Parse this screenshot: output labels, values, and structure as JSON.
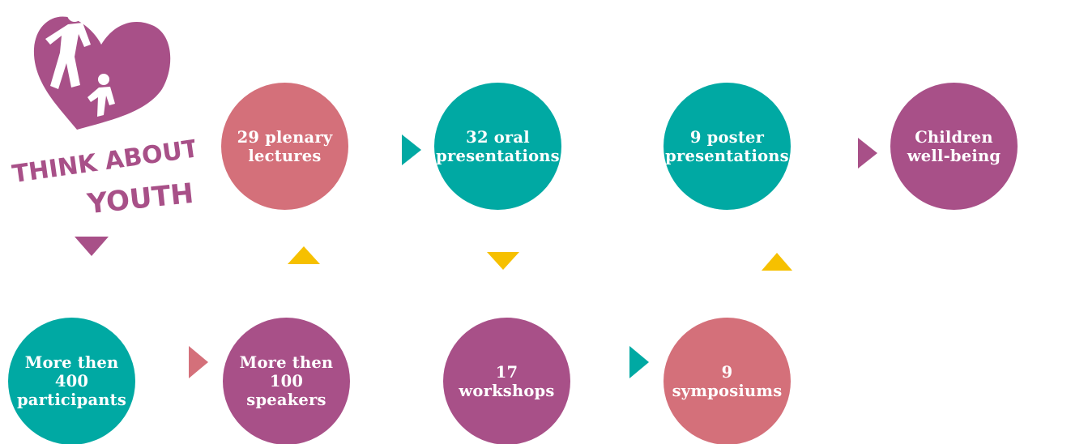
{
  "logo": {
    "line1": "THINK ABOUT",
    "line2": "YOUTH!"
  },
  "colors": {
    "teal": "#00a9a3",
    "purple": "#a85088",
    "rose": "#d4707a",
    "gold": "#f6c000"
  },
  "nodes": {
    "participants": {
      "label": "More then\n400\nparticipants",
      "color": "teal"
    },
    "speakers": {
      "label": "More then\n100\nspeakers",
      "color": "purple"
    },
    "plenary": {
      "label": "29 plenary\nlectures",
      "color": "rose"
    },
    "oral": {
      "label": "32 oral\npresentations",
      "color": "teal"
    },
    "workshops": {
      "label": "17\nworkshops",
      "color": "purple"
    },
    "symposiums": {
      "label": "9\nsymposiums",
      "color": "rose"
    },
    "poster": {
      "label": "9 poster\npresentations",
      "color": "teal"
    },
    "wellbeing": {
      "label": "Children\nwell-being",
      "color": "purple"
    }
  }
}
